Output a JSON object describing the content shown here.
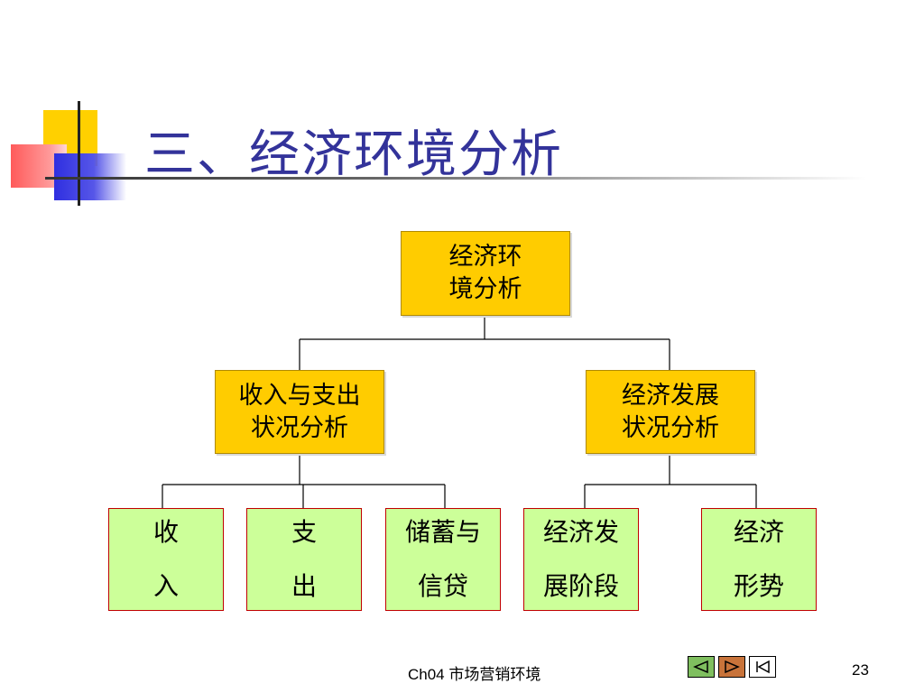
{
  "slide": {
    "title": "三、经济环境分析"
  },
  "tree": {
    "root": {
      "line1": "经济环",
      "line2": "境分析"
    },
    "level2": [
      {
        "line1": "收入与支出",
        "line2": "状况分析"
      },
      {
        "line1": "经济发展",
        "line2": "状况分析"
      }
    ],
    "level3": [
      {
        "line1": "收",
        "line2": "入"
      },
      {
        "line1": "支",
        "line2": "出"
      },
      {
        "line1": "储蓄与",
        "line2": "信贷"
      },
      {
        "line1": "经济发",
        "line2": "展阶段"
      },
      {
        "line1": "经济",
        "line2": "形势"
      }
    ]
  },
  "footer": {
    "center_text": "Ch04 市场营销环境",
    "page_number": "23"
  },
  "nav": {
    "icons": [
      "prev-icon",
      "next-icon",
      "first-icon"
    ]
  },
  "colors": {
    "title": "#33339a",
    "node_yellow": "#ffcc00",
    "node_green": "#ccff99",
    "node_green_border": "#c00000"
  }
}
